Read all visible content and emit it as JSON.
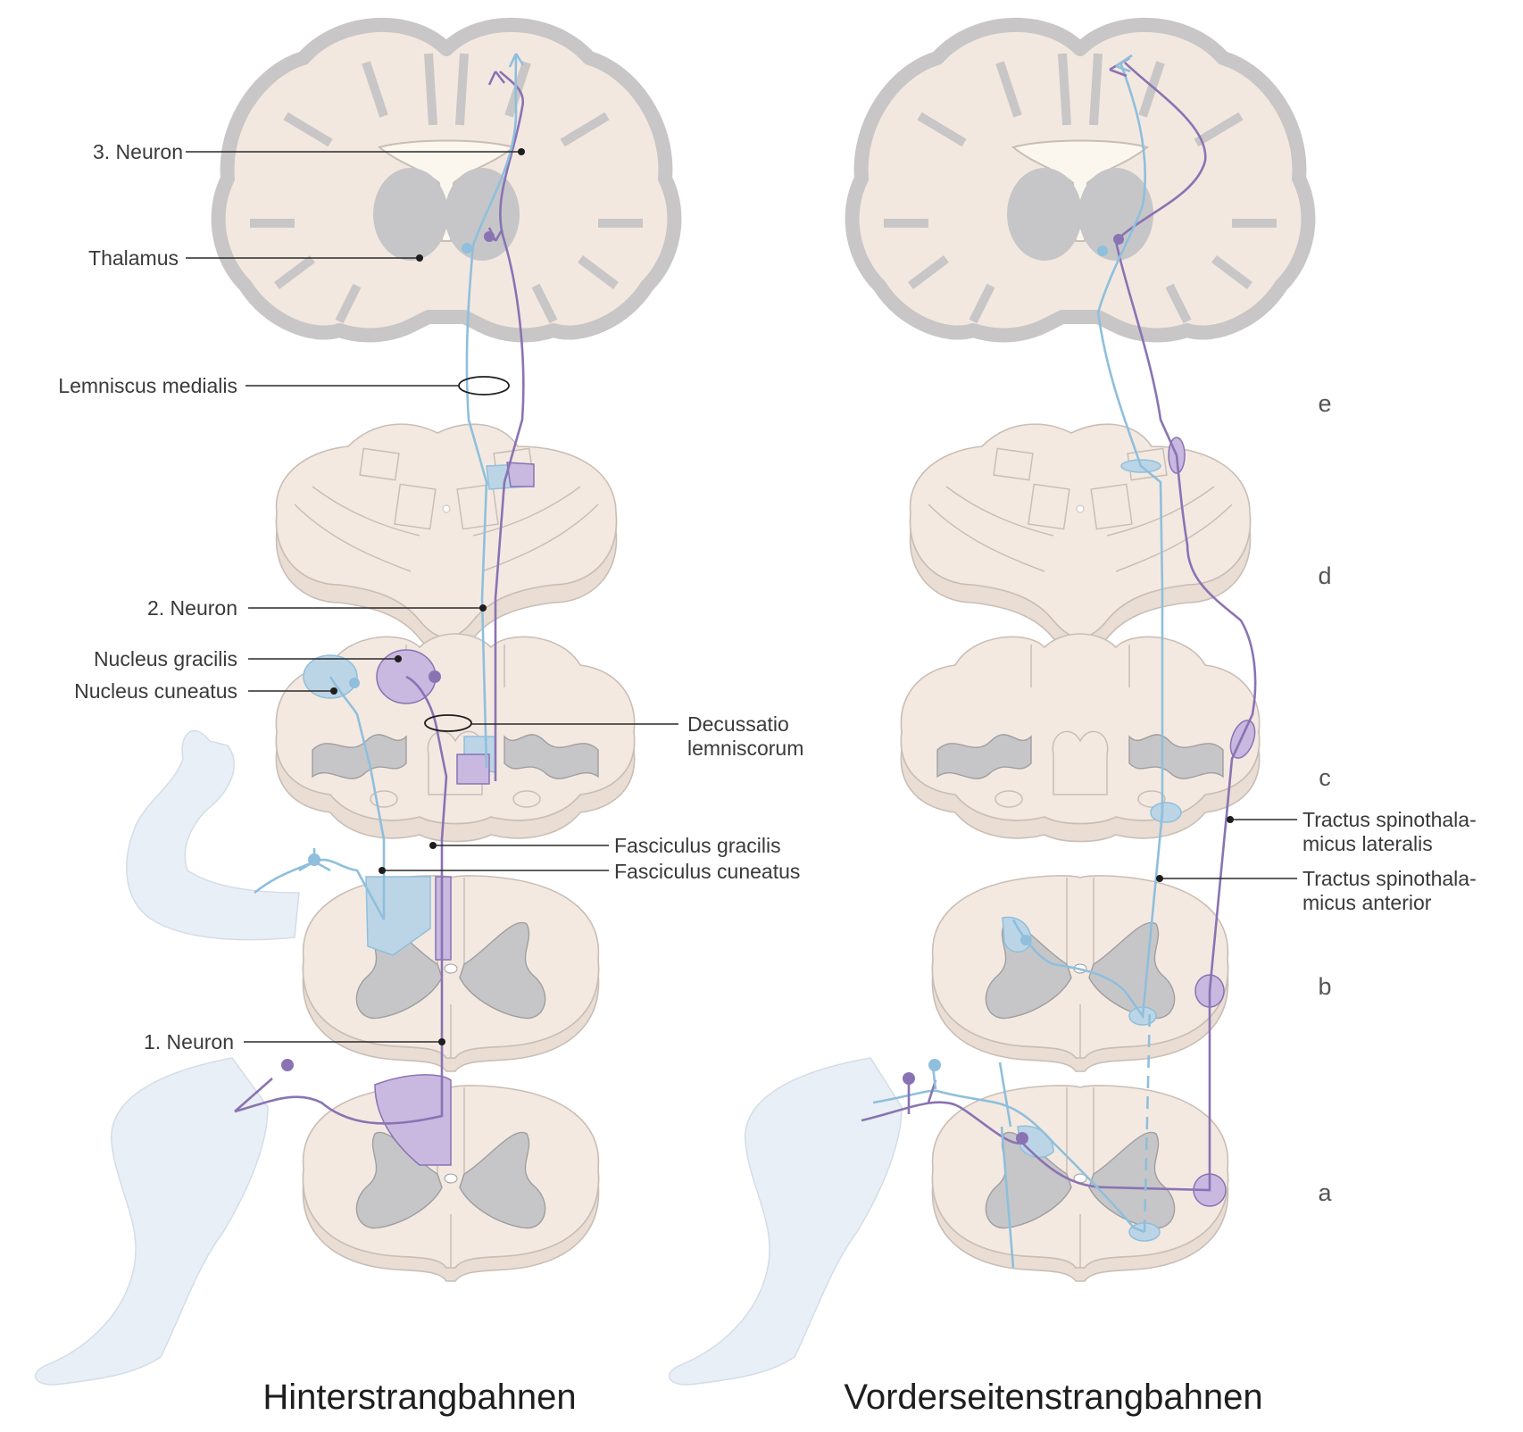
{
  "left_labels": {
    "neuron3": "3. Neuron",
    "thalamus": "Thalamus",
    "lemniscus_medialis": "Lemniscus medialis",
    "neuron2": "2. Neuron",
    "nucleus_gracilis": "Nucleus gracilis",
    "nucleus_cuneatus": "Nucleus cuneatus",
    "decussatio_line1": "Decussatio",
    "decussatio_line2": "lemniscorum",
    "fasciculus_gracilis": "Fasciculus gracilis",
    "fasciculus_cuneatus": "Fasciculus cuneatus",
    "neuron1": "1. Neuron"
  },
  "right_labels": {
    "stl_line1": "Tractus spinothala-",
    "stl_line2": "micus lateralis",
    "sta_line1": "Tractus spinothala-",
    "sta_line2": "micus anterior"
  },
  "section_letters": {
    "e": "e",
    "d": "d",
    "c": "c",
    "b": "b",
    "a": "a"
  },
  "captions": {
    "left": "Hinterstrangbahnen",
    "right": "Vorderseitenstrangbahnen"
  },
  "colors": {
    "tissue": "#f4e9e1",
    "grey_matter": "#c6c6c8",
    "blue_tract": "#8fbfdc",
    "purple_tract": "#8a73b3",
    "limb": "#e9eff6"
  }
}
